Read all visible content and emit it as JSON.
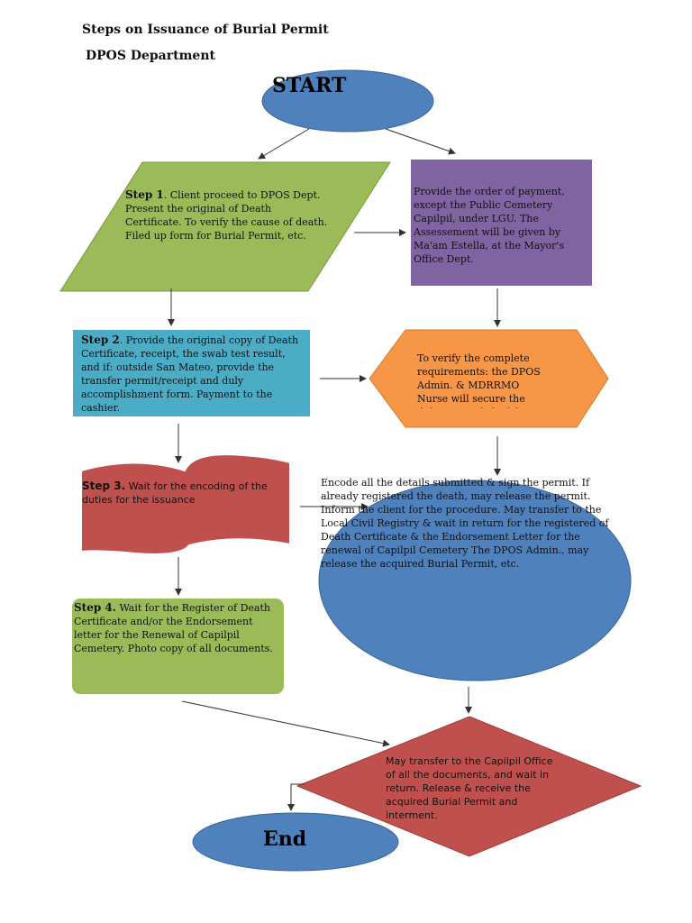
{
  "title": "Steps on Issuance of Burial Permit",
  "department": "DPOS Department",
  "start_label": "START",
  "end_label": "End",
  "colors": {
    "blue": "#4f81bd",
    "green": "#9bbb59",
    "purple": "#8064a2",
    "teal": "#4bacc6",
    "orange": "#f79646",
    "red": "#c0504d"
  },
  "nodes": {
    "step1": {
      "label": "Step 1",
      "text": ". Client proceed to DPOS Dept. Present the original of Death Certificate. To verify the cause of death. Filed up form for  Burial Permit,  etc."
    },
    "payment": {
      "text": "Provide the order of payment, except the Public Cemetery Capilpil, under LGU. The Assessement will be given by Ma'am Estella, at the Mayor's Office Dept."
    },
    "step2": {
      "label": "Step 2",
      "text": ". Provide the original copy of Death Certificate, receipt, the swab test result, and if: outside San Mateo, provide the  transfer permit/receipt and duly accomplishment form. Payment to the cashier."
    },
    "verify": {
      "text": "To verify the complete requirements: the DPOS Admin. & MDRRMO Nurse will secure the duly accomplished form."
    },
    "step3": {
      "label": "Step 3.",
      "text": " Wait for the encoding of the duties for the issuance"
    },
    "encode": {
      "text": "Encode all the details submitted & sign the permit. If already registered the death, may release the permit. Inform the client for the procedure. May transfer to the Local Civil Registry & wait in return for the registered of Death Certificate & the Endorsement Letter for the renewal of Capilpil Cemetery  The DPOS Admin., may release the acquired Burial Permit, etc."
    },
    "step4": {
      "label": "Step 4.",
      "text": " Wait for the Register of Death Certificate and/or the Endorsement letter for the Renewal of Capilpil Cemetery. Photo copy of all documents."
    },
    "transfer": {
      "text": "May transfer to the Capilpil Office of all the documents, and wait in return. Release & receive the acquired Burial Permit and interment."
    }
  }
}
